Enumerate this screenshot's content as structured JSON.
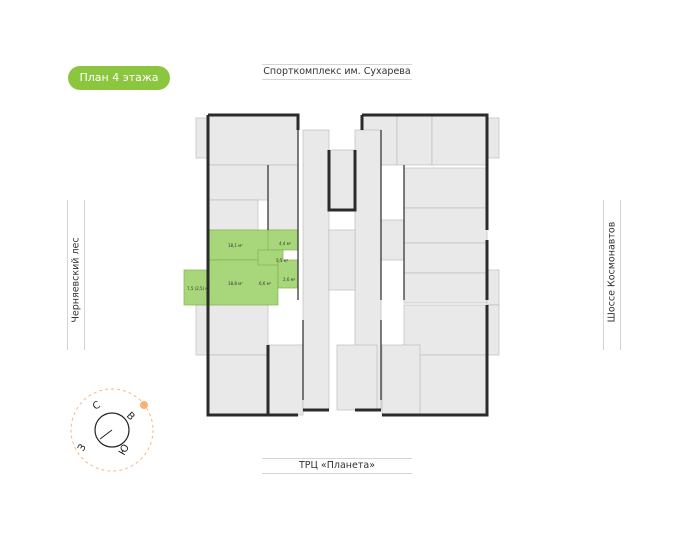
{
  "floor_label": "План 4 этажа",
  "landmarks": {
    "top": "Спорткомплекс им. Сухарева",
    "bottom": "ТРЦ «Планета»",
    "left": "Черняевский лес",
    "right": "Шоссе Космонавтов"
  },
  "compass": {
    "north": "С",
    "east": "В",
    "south": "Ю",
    "west": "З"
  },
  "highlighted_apartment": {
    "color": "#a8d67a",
    "rooms": [
      {
        "area": "18,1 м²"
      },
      {
        "area": "4,4 м²"
      },
      {
        "area": "5,5 м²"
      },
      {
        "area": "2,6 м²"
      },
      {
        "area": "18,8 м²"
      },
      {
        "area": "6,6 м²"
      },
      {
        "area": "7,5 (2,5) м²"
      }
    ]
  },
  "colors": {
    "accent": "#8cc63f",
    "room": "#e9e9e9",
    "wall": "#2b2b2b"
  }
}
